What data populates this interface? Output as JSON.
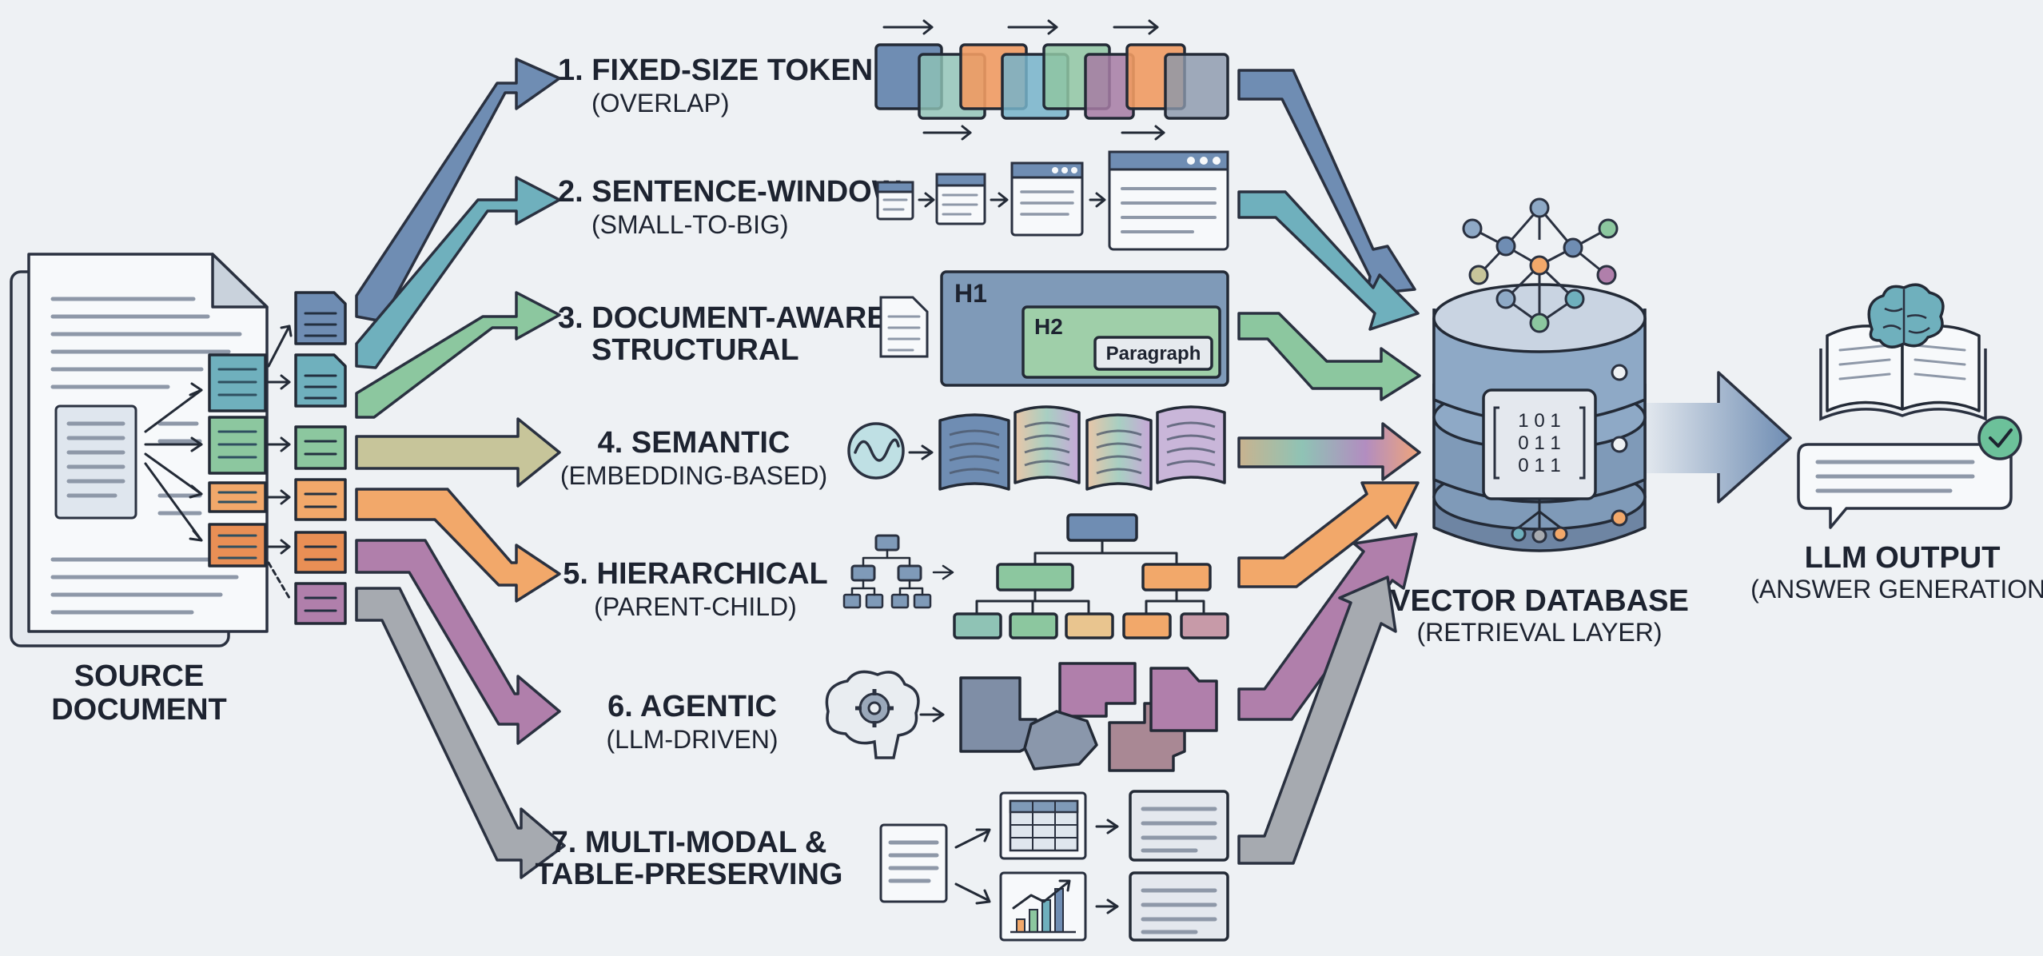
{
  "source": {
    "line1": "SOURCE",
    "line2": "DOCUMENT"
  },
  "strategies": [
    {
      "title": "1. FIXED-SIZE TOKEN",
      "subtitle": "(OVERLAP)",
      "color": "#6f8db3"
    },
    {
      "title": "2. SENTENCE-WINDOW",
      "subtitle": "(SMALL-TO-BIG)",
      "color": "#6fb0bd"
    },
    {
      "title": "3. DOCUMENT-AWARE",
      "title2": "STRUCTURAL",
      "color": "#8cc79f"
    },
    {
      "title": "4. SEMANTIC",
      "subtitle": "(EMBEDDING-BASED)",
      "color": "#c7c59a"
    },
    {
      "title": "5. HIERARCHICAL",
      "subtitle": "(PARENT-CHILD)",
      "color": "#f2a86a"
    },
    {
      "title": "6. AGENTIC",
      "subtitle": "(LLM-DRIVEN)",
      "color": "#b07fab"
    },
    {
      "title": "7. MULTI-MODAL &",
      "title2": "TABLE-PRESERVING",
      "color": "#a6aab0"
    }
  ],
  "structural": {
    "h1": "H1",
    "h2": "H2",
    "para": "Paragraph"
  },
  "matrix": {
    "row1": "1 0 1",
    "row2": "0 1 1",
    "row3": "0 1 1"
  },
  "vector_db": {
    "title": "VECTOR DATABASE",
    "subtitle": "(RETRIEVAL LAYER)"
  },
  "llm": {
    "title": "LLM OUTPUT",
    "subtitle": "(ANSWER GENERATION)"
  },
  "colors": {
    "blue": "#6f8db3",
    "teal": "#6fb0bd",
    "green": "#8cc79f",
    "orange": "#f2a86a",
    "purple": "#b07fab",
    "gray": "#a6aab0",
    "db": "#7f9ab8",
    "ink": "#1d2330",
    "check": "#6cc19a"
  },
  "icons": [
    "document-icon",
    "brain-icon",
    "gear-icon",
    "wave-icon",
    "chart-icon",
    "table-icon",
    "network-icon",
    "checkmark-icon"
  ]
}
